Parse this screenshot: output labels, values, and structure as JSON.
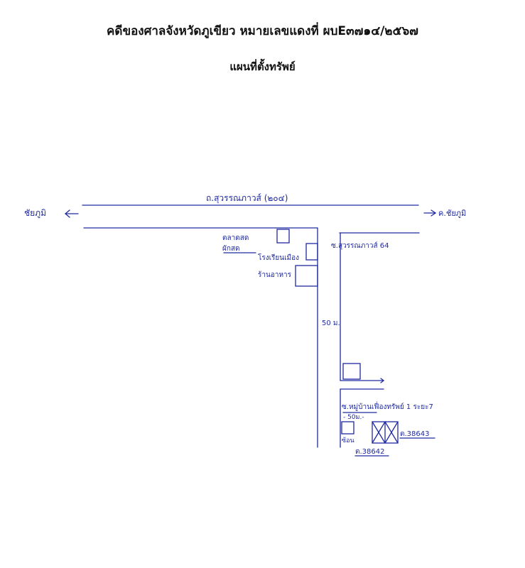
{
  "document": {
    "title": "คดีของศาลจังหวัดภูเขียว หมายเลขแดงที่ ผบE๓๗๑๔/๒๕๖๗",
    "subtitle": "แผนที่ตั้งทรัพย์"
  },
  "map": {
    "colors": {
      "ink": "#1f2aa0"
    },
    "main_road_label": "ถ.สุวรรณภาวส์ (๒๐๔)",
    "left_direction_label": "ชัยภูมิ",
    "right_direction_label": "ค.ชัยภูมิ",
    "landmark_1_line1": "ตลาดสด",
    "landmark_1_line2": "ผักสด",
    "landmark_2": "โรงเรียนเมือง",
    "landmark_3": "ร้านอาหาร",
    "soi_label": "ซ.สุวรรณภาวส์ 64",
    "distance_1": "50 ม.",
    "property_line": "ซ.หมู่บ้านเฟื่องทรัพย์ 1 ระยะ7",
    "distance_2": "- 50ม.-",
    "neighbor_label": "ซ้อน",
    "parcel_1": "ต.38643",
    "parcel_2": "ต.38642"
  }
}
